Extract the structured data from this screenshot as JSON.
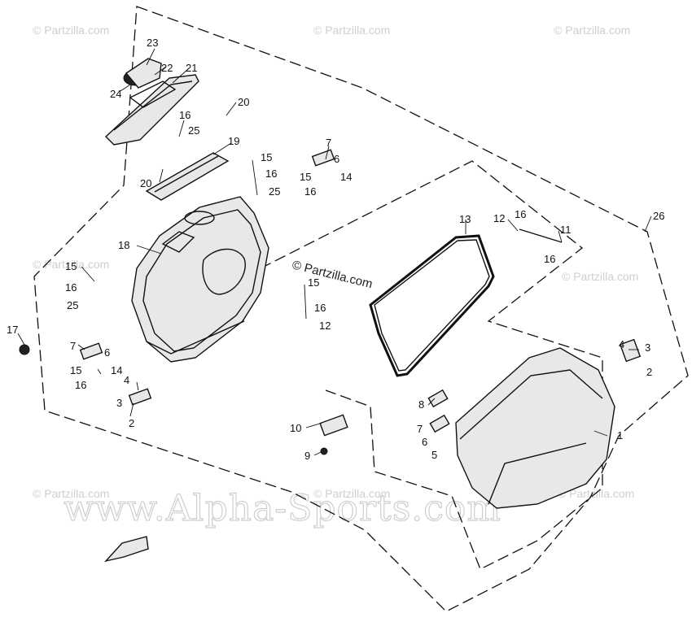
{
  "watermarks": {
    "partzilla": "© Partzilla.com",
    "alpha": "www.Alpha-Sports.com"
  },
  "callouts": [
    {
      "id": "c23",
      "text": "23"
    },
    {
      "id": "c22",
      "text": "22"
    },
    {
      "id": "c21",
      "text": "21"
    },
    {
      "id": "c24",
      "text": "24"
    },
    {
      "id": "c20a",
      "text": "20"
    },
    {
      "id": "c16a",
      "text": "16"
    },
    {
      "id": "c25a",
      "text": "25"
    },
    {
      "id": "c19",
      "text": "19"
    },
    {
      "id": "c7a",
      "text": "7"
    },
    {
      "id": "c6a",
      "text": "6"
    },
    {
      "id": "c15a",
      "text": "15"
    },
    {
      "id": "c14a",
      "text": "14"
    },
    {
      "id": "c16b",
      "text": "16"
    },
    {
      "id": "c15b",
      "text": "15"
    },
    {
      "id": "c16c",
      "text": "16"
    },
    {
      "id": "c25b",
      "text": "25"
    },
    {
      "id": "c20b",
      "text": "20"
    },
    {
      "id": "c26",
      "text": "26"
    },
    {
      "id": "c13",
      "text": "13"
    },
    {
      "id": "c12a",
      "text": "12"
    },
    {
      "id": "c16d",
      "text": "16"
    },
    {
      "id": "c11",
      "text": "11"
    },
    {
      "id": "c16e",
      "text": "16"
    },
    {
      "id": "c18",
      "text": "18"
    },
    {
      "id": "c15c",
      "text": "15"
    },
    {
      "id": "c16f",
      "text": "16"
    },
    {
      "id": "c25c",
      "text": "25"
    },
    {
      "id": "c15d",
      "text": "15"
    },
    {
      "id": "c16g",
      "text": "16"
    },
    {
      "id": "c12b",
      "text": "12"
    },
    {
      "id": "c17",
      "text": "17"
    },
    {
      "id": "c7b",
      "text": "7"
    },
    {
      "id": "c6b",
      "text": "6"
    },
    {
      "id": "c15e",
      "text": "15"
    },
    {
      "id": "c14b",
      "text": "14"
    },
    {
      "id": "c16h",
      "text": "16"
    },
    {
      "id": "c4a",
      "text": "4"
    },
    {
      "id": "c3a",
      "text": "3"
    },
    {
      "id": "c2a",
      "text": "2"
    },
    {
      "id": "c4b",
      "text": "4"
    },
    {
      "id": "c3b",
      "text": "3"
    },
    {
      "id": "c2b",
      "text": "2"
    },
    {
      "id": "c1",
      "text": "1"
    },
    {
      "id": "c8",
      "text": "8"
    },
    {
      "id": "c7c",
      "text": "7"
    },
    {
      "id": "c6c",
      "text": "6"
    },
    {
      "id": "c5",
      "text": "5"
    },
    {
      "id": "c10",
      "text": "10"
    },
    {
      "id": "c9",
      "text": "9"
    }
  ]
}
